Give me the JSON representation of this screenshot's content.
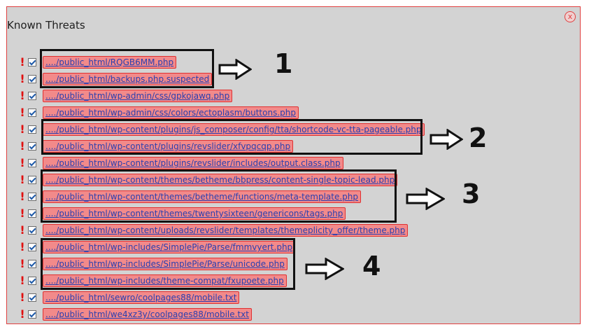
{
  "dialog": {
    "title": "Known Threats",
    "close_label": "x"
  },
  "icons": {
    "warning": "exclamation-icon",
    "check": "checkbox-checked-icon"
  },
  "colors": {
    "file_bg": "#f28a8a",
    "file_border": "#e03030",
    "link": "#2a3fb0",
    "warning": "#e01010"
  },
  "threats": [
    {
      "path": "..../public_html/RQGB6MM.php"
    },
    {
      "path": "..../public_html/backups.php.suspected"
    },
    {
      "path": "..../public_html/wp-admin/css/gpkojawq.php"
    },
    {
      "path": "..../public_html/wp-admin/css/colors/ectoplasm/buttons.php"
    },
    {
      "path": "..../public_html/wp-content/plugins/js_composer/config/tta/shortcode-vc-tta-pageable.php"
    },
    {
      "path": "..../public_html/wp-content/plugins/revslider/xfvpqcqp.php"
    },
    {
      "path": "..../public_html/wp-content/plugins/revslider/includes/output.class.php"
    },
    {
      "path": "..../public_html/wp-content/themes/betheme/bbpress/content-single-topic-lead.php"
    },
    {
      "path": "..../public_html/wp-content/themes/betheme/functions/meta-template.php"
    },
    {
      "path": "..../public_html/wp-content/themes/twentysixteen/genericons/tags.php"
    },
    {
      "path": "..../public_html/wp-content/uploads/revslider/templates/themeplicity_offer/theme.php"
    },
    {
      "path": "..../public_html/wp-includes/SimplePie/Parse/fmmvyert.php"
    },
    {
      "path": "..../public_html/wp-includes/SimplePie/Parse/unicode.php"
    },
    {
      "path": "..../public_html/wp-includes/theme-compat/fxupoete.php"
    },
    {
      "path": "..../public_html/sewro/coolpages88/mobile.txt"
    },
    {
      "path": "..../public_html/we4xz3y/coolpages88/mobile.txt"
    }
  ],
  "annotations": [
    {
      "label": "1"
    },
    {
      "label": "2"
    },
    {
      "label": "3"
    },
    {
      "label": "4"
    }
  ]
}
